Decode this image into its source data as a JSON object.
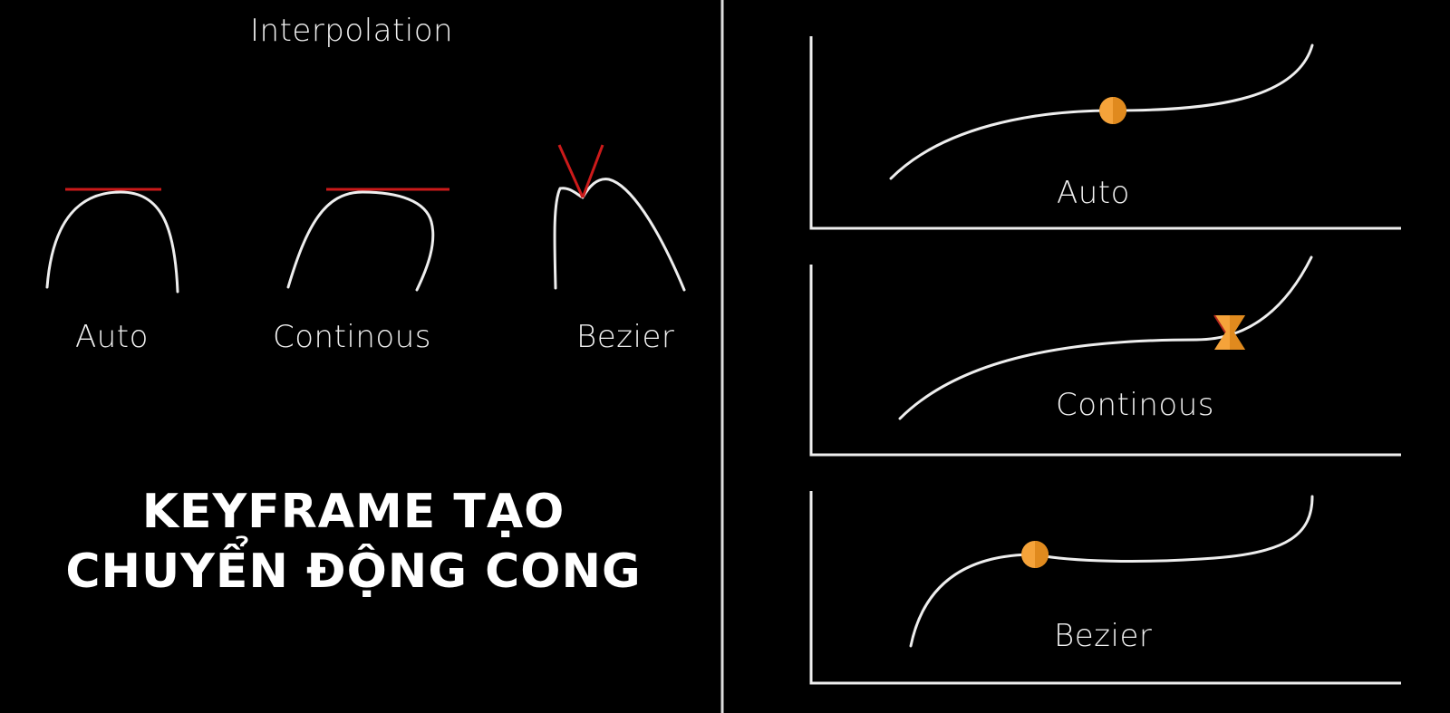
{
  "left_panel": {
    "title": "Interpolation",
    "curves": [
      {
        "label": "Auto"
      },
      {
        "label": "Continous"
      },
      {
        "label": "Bezier"
      }
    ]
  },
  "headline": {
    "line1": "KEYFRAME TẠO",
    "line2": "CHUYỂN ĐỘNG CONG"
  },
  "right_panel": {
    "graphs": [
      {
        "label": "Auto"
      },
      {
        "label": "Continous"
      },
      {
        "label": "Bezier"
      }
    ]
  },
  "colors": {
    "background": "#000000",
    "curve": "#eeeeee",
    "tangent": "#cc1a1a",
    "keyframe": "#f5a33a",
    "keyframe_dark": "#e08a1e"
  }
}
